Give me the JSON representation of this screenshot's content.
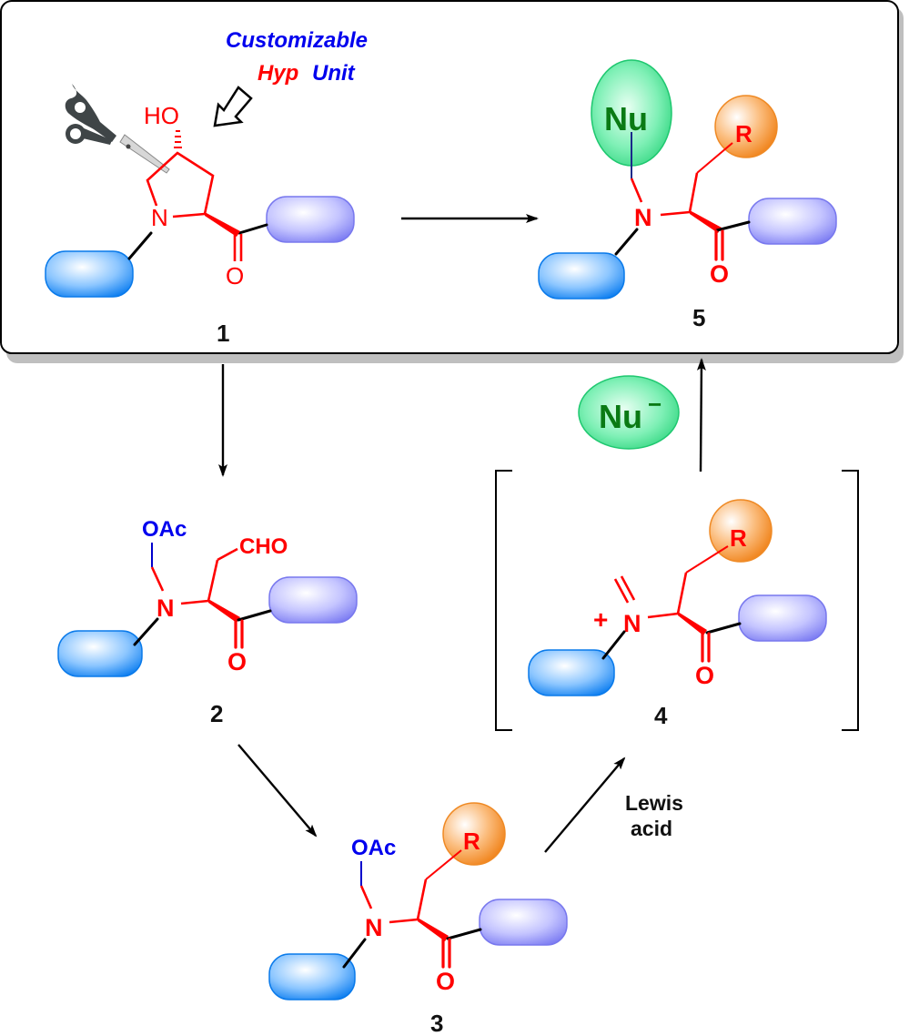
{
  "header": {
    "line1": "Customizable",
    "line2_part1": "Hyp",
    "line2_part2": "Unit"
  },
  "compounds": [
    {
      "id": "1",
      "label": "1",
      "atoms": {
        "hydroxyl": "HO",
        "nitrogen": "N",
        "carbonyl_oxygen": "O"
      }
    },
    {
      "id": "2",
      "label": "2",
      "atoms": {
        "acetoxy": "OAc",
        "aldehyde": "CHO",
        "nitrogen": "N",
        "carbonyl_oxygen": "O"
      }
    },
    {
      "id": "3",
      "label": "3",
      "atoms": {
        "acetoxy": "OAc",
        "substituent": "R",
        "nitrogen": "N",
        "carbonyl_oxygen": "O"
      }
    },
    {
      "id": "4",
      "label": "4",
      "atoms": {
        "charge": "+",
        "substituent": "R",
        "nitrogen": "N",
        "carbonyl_oxygen": "O"
      }
    },
    {
      "id": "5",
      "label": "5",
      "atoms": {
        "nucleophile": "Nu",
        "substituent": "R",
        "nitrogen": "N",
        "carbonyl_oxygen": "O"
      }
    }
  ],
  "reagents": {
    "nucleophile": "Nu",
    "nucleophile_charge": "−",
    "lewis_line1": "Lewis",
    "lewis_line2": "acid"
  },
  "icons": {
    "scissors": "scissors-icon",
    "hollow_arrow": "hollow-arrow-icon"
  },
  "colors": {
    "red": "#ff0000",
    "blue": "#0000ee",
    "green_text": "#0a7a14",
    "n_terminal_pill": "#1a8cff",
    "c_terminal_pill": "#8080ff",
    "r_circle": "#f58a1f",
    "nu_ellipse": "#22cc77"
  }
}
